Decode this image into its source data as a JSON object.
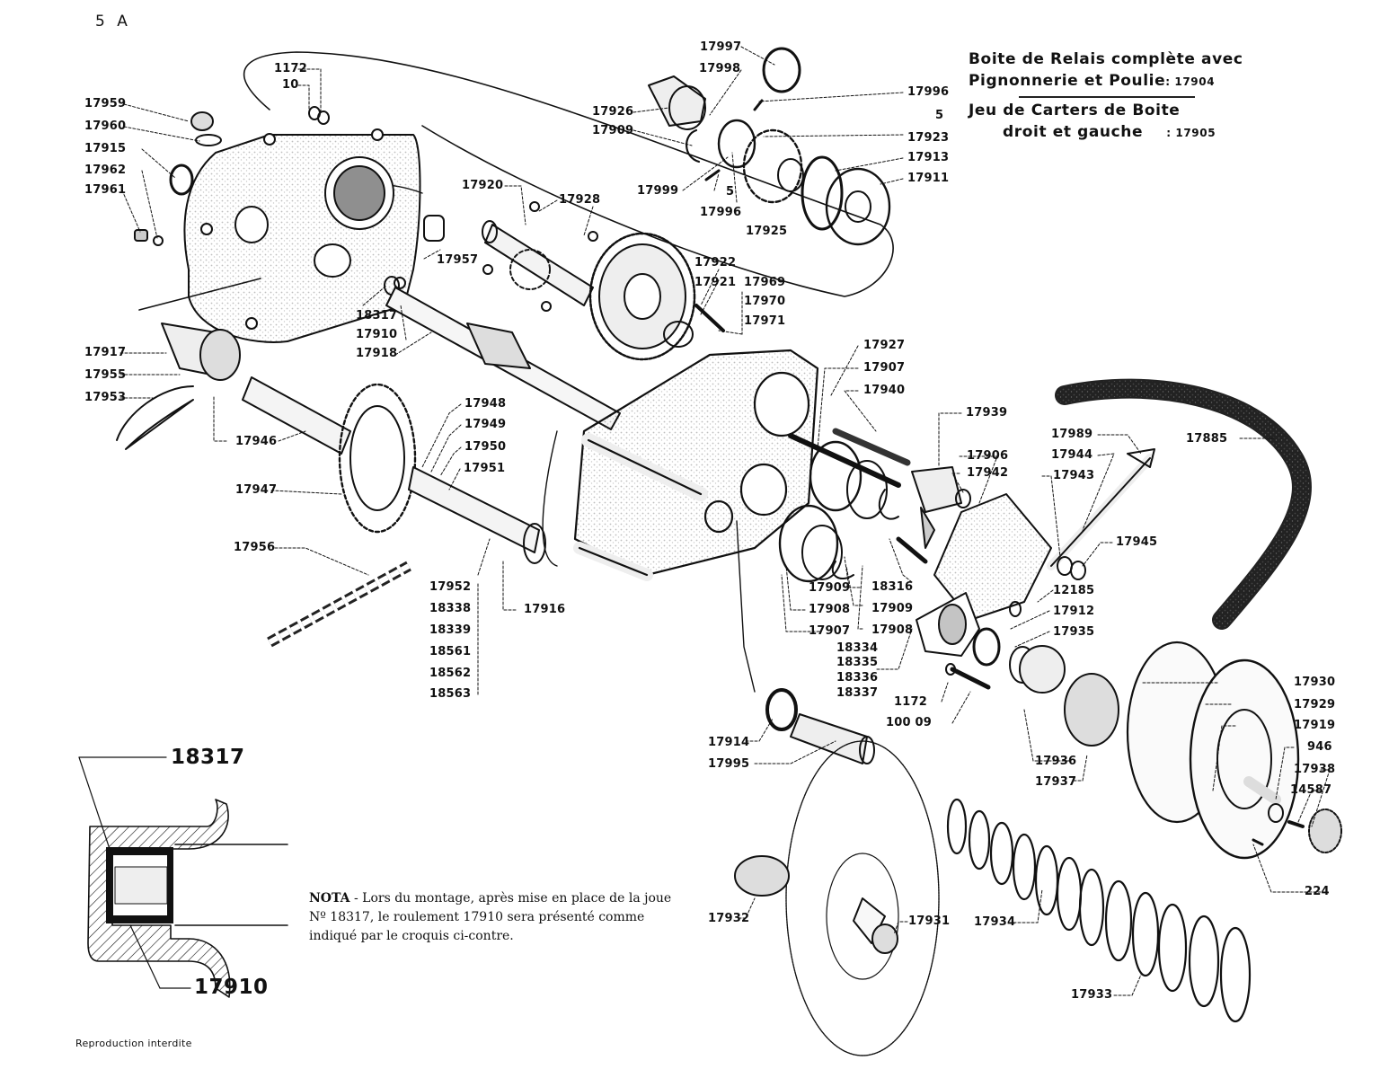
{
  "page": {
    "page_number": "5 A",
    "footer": "Reproduction interdite"
  },
  "title_block": {
    "line1": "Boite de Relais complète avec",
    "line2": "Pignonnerie et Poulie",
    "line2_number": ": 17904",
    "line3": "Jeu de Carters de Boite",
    "line4": "droit et gauche",
    "line4_number": ": 17905"
  },
  "nota": {
    "prefix": "NOTA",
    "text": " - Lors du montage, après mise en place de la joue Nº 18317, le roulement 17910 sera présenté comme indiqué par le croquis ci-contre."
  },
  "detail_view": {
    "top_label": "18317",
    "bottom_label": "17910"
  },
  "part_labels": [
    {
      "id": "p1172a",
      "text": "1172"
    },
    {
      "id": "p10",
      "text": "10"
    },
    {
      "id": "p17959",
      "text": "17959"
    },
    {
      "id": "p17960",
      "text": "17960"
    },
    {
      "id": "p17915",
      "text": "17915"
    },
    {
      "id": "p17962",
      "text": "17962"
    },
    {
      "id": "p17961",
      "text": "17961"
    },
    {
      "id": "p17997",
      "text": "17997"
    },
    {
      "id": "p17998",
      "text": "17998"
    },
    {
      "id": "p17926",
      "text": "17926"
    },
    {
      "id": "p17909a",
      "text": "17909"
    },
    {
      "id": "p17999",
      "text": "17999"
    },
    {
      "id": "p5a",
      "text": "5"
    },
    {
      "id": "p17996a",
      "text": "17996"
    },
    {
      "id": "p17925",
      "text": "17925"
    },
    {
      "id": "p17996b",
      "text": "17996"
    },
    {
      "id": "p5b",
      "text": "5"
    },
    {
      "id": "p17923",
      "text": "17923"
    },
    {
      "id": "p17913",
      "text": "17913"
    },
    {
      "id": "p17911",
      "text": "17911"
    },
    {
      "id": "p17920",
      "text": "17920"
    },
    {
      "id": "p17928",
      "text": "17928"
    },
    {
      "id": "p17957",
      "text": "17957"
    },
    {
      "id": "p18317",
      "text": "18317"
    },
    {
      "id": "p17910",
      "text": "17910"
    },
    {
      "id": "p17918",
      "text": "17918"
    },
    {
      "id": "p17922",
      "text": "17922"
    },
    {
      "id": "p17921",
      "text": "17921"
    },
    {
      "id": "p17969",
      "text": "17969"
    },
    {
      "id": "p17970",
      "text": "17970"
    },
    {
      "id": "p17971",
      "text": "17971"
    },
    {
      "id": "p17917",
      "text": "17917"
    },
    {
      "id": "p17955",
      "text": "17955"
    },
    {
      "id": "p17953",
      "text": "17953"
    },
    {
      "id": "p17946",
      "text": "17946"
    },
    {
      "id": "p17948",
      "text": "17948"
    },
    {
      "id": "p17949",
      "text": "17949"
    },
    {
      "id": "p17950",
      "text": "17950"
    },
    {
      "id": "p17951",
      "text": "17951"
    },
    {
      "id": "p17947",
      "text": "17947"
    },
    {
      "id": "p17956",
      "text": "17956"
    },
    {
      "id": "p17952",
      "text": "17952"
    },
    {
      "id": "p18338",
      "text": "18338"
    },
    {
      "id": "p18339",
      "text": "18339"
    },
    {
      "id": "p18561",
      "text": "18561"
    },
    {
      "id": "p18562",
      "text": "18562"
    },
    {
      "id": "p18563",
      "text": "18563"
    },
    {
      "id": "p17916",
      "text": "17916"
    },
    {
      "id": "p17927",
      "text": "17927"
    },
    {
      "id": "p17907a",
      "text": "17907"
    },
    {
      "id": "p17940",
      "text": "17940"
    },
    {
      "id": "p17939",
      "text": "17939"
    },
    {
      "id": "p17906",
      "text": "17906"
    },
    {
      "id": "p17942",
      "text": "17942"
    },
    {
      "id": "p17989",
      "text": "17989"
    },
    {
      "id": "p17944",
      "text": "17944"
    },
    {
      "id": "p17943",
      "text": "17943"
    },
    {
      "id": "p17885",
      "text": "17885"
    },
    {
      "id": "p17945",
      "text": "17945"
    },
    {
      "id": "p17909b",
      "text": "17909"
    },
    {
      "id": "p17908a",
      "text": "17908"
    },
    {
      "id": "p17907b",
      "text": "17907"
    },
    {
      "id": "p18316",
      "text": "18316"
    },
    {
      "id": "p17909c",
      "text": "17909"
    },
    {
      "id": "p17908b",
      "text": "17908"
    },
    {
      "id": "p12185",
      "text": "12185"
    },
    {
      "id": "p17912",
      "text": "17912"
    },
    {
      "id": "p17935",
      "text": "17935"
    },
    {
      "id": "p18334",
      "text": "18334"
    },
    {
      "id": "p18335",
      "text": "18335"
    },
    {
      "id": "p18336",
      "text": "18336"
    },
    {
      "id": "p18337",
      "text": "18337"
    },
    {
      "id": "p1172b",
      "text": "1172"
    },
    {
      "id": "p10009",
      "text": "100 09"
    },
    {
      "id": "p17914",
      "text": "17914"
    },
    {
      "id": "p17995",
      "text": "17995"
    },
    {
      "id": "p17936",
      "text": "17936"
    },
    {
      "id": "p17937",
      "text": "17937"
    },
    {
      "id": "p17930",
      "text": "17930"
    },
    {
      "id": "p17929",
      "text": "17929"
    },
    {
      "id": "p17919",
      "text": "17919"
    },
    {
      "id": "p946",
      "text": "946"
    },
    {
      "id": "p17938",
      "text": "17938"
    },
    {
      "id": "p14587",
      "text": "14587"
    },
    {
      "id": "p224",
      "text": "224"
    },
    {
      "id": "p17932",
      "text": "17932"
    },
    {
      "id": "p17931",
      "text": "17931"
    },
    {
      "id": "p17934",
      "text": "17934"
    },
    {
      "id": "p17933",
      "text": "17933"
    }
  ]
}
